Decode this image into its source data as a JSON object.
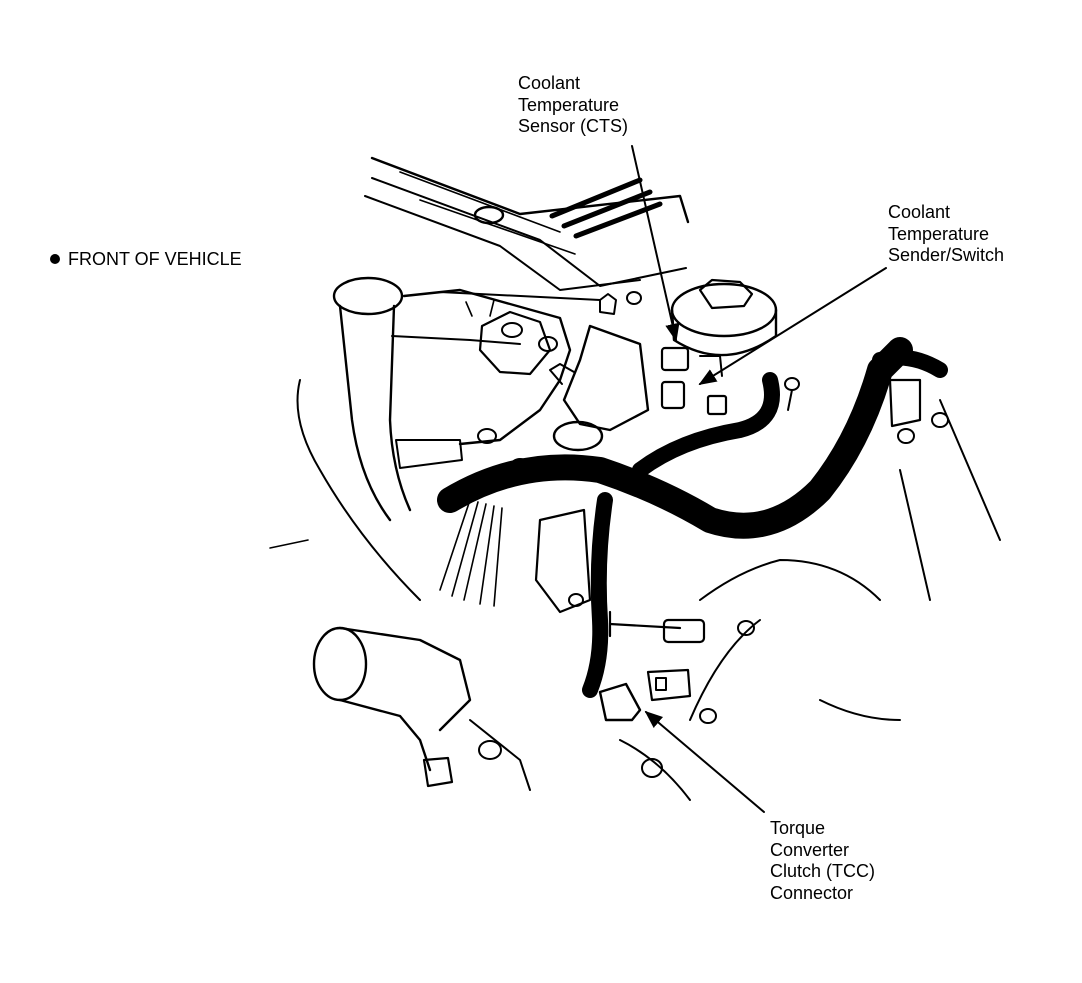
{
  "labels": {
    "front": "FRONT OF VEHICLE",
    "cts": [
      "Coolant",
      "Temperature",
      "Sensor (CTS)"
    ],
    "sender": [
      "Coolant",
      "Temperature",
      "Sender/Switch"
    ],
    "tcc": [
      "Torque",
      "Converter",
      "Clutch (TCC)",
      "Connector"
    ]
  },
  "colors": {
    "ink": "#000000",
    "paper": "#ffffff"
  }
}
